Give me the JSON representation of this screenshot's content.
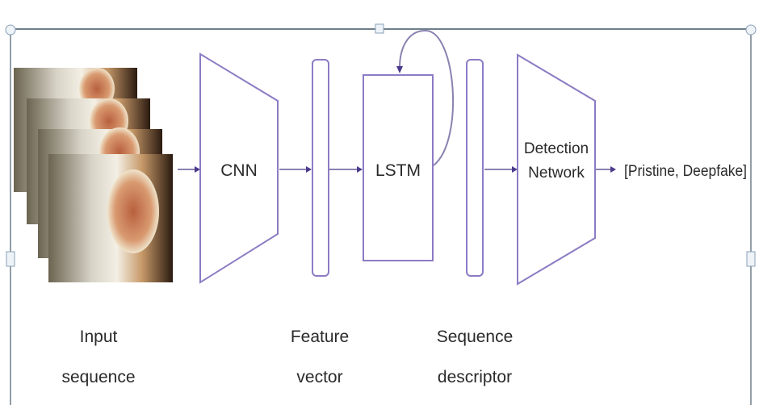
{
  "diagram": {
    "nodes": {
      "input": {
        "label_line1": "Input",
        "label_line2": "sequence"
      },
      "cnn": {
        "label": "CNN"
      },
      "feature": {
        "label_line1": "Feature",
        "label_line2": "vector"
      },
      "lstm": {
        "label": "LSTM"
      },
      "sequence": {
        "label_line1": "Sequence",
        "label_line2": "descriptor"
      },
      "detection": {
        "label_line1": "Detection",
        "label_line2": "Network"
      },
      "output": {
        "label": "[Pristine, Deepfake]"
      }
    },
    "edges": [
      [
        "input",
        "cnn"
      ],
      [
        "cnn",
        "feature"
      ],
      [
        "feature",
        "lstm"
      ],
      [
        "lstm",
        "lstm"
      ],
      [
        "sequence",
        "detection"
      ],
      [
        "detection",
        "output"
      ]
    ],
    "colors": {
      "shape_stroke": "#8c7bc4",
      "arrow": "#8a82b0",
      "arrow_head": "#4b3a8c",
      "frame": "#6f7f8c"
    }
  }
}
